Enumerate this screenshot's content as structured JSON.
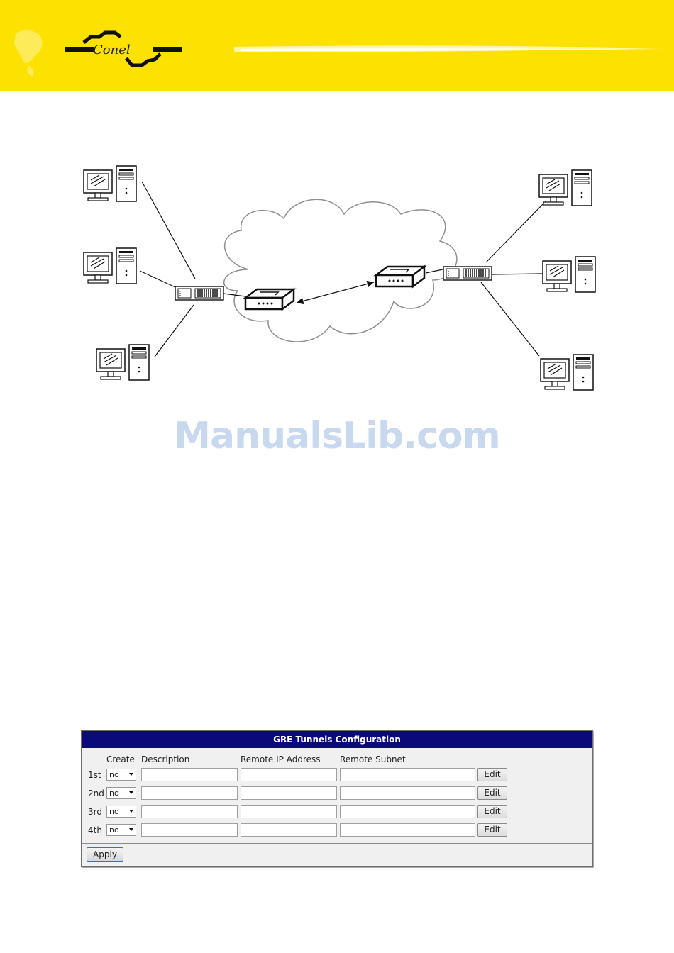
{
  "header": {
    "brand": "Conel",
    "color": "#fde100"
  },
  "watermark": "ManualsLib.com",
  "diagram": {
    "left_site": {
      "computers": 3
    },
    "right_site": {
      "computers": 3
    },
    "cloud": {
      "routers": 2
    }
  },
  "gre_config": {
    "title": "GRE Tunnels Configuration",
    "columns": {
      "create": "Create",
      "description": "Description",
      "remote_ip": "Remote IP Address",
      "remote_subnet": "Remote Subnet"
    },
    "rows": [
      {
        "label": "1st",
        "create": "no",
        "edit": "Edit"
      },
      {
        "label": "2nd",
        "create": "no",
        "edit": "Edit"
      },
      {
        "label": "3rd",
        "create": "no",
        "edit": "Edit"
      },
      {
        "label": "4th",
        "create": "no",
        "edit": "Edit"
      }
    ],
    "apply_label": "Apply",
    "title_bar_color": "#0a0a78"
  }
}
